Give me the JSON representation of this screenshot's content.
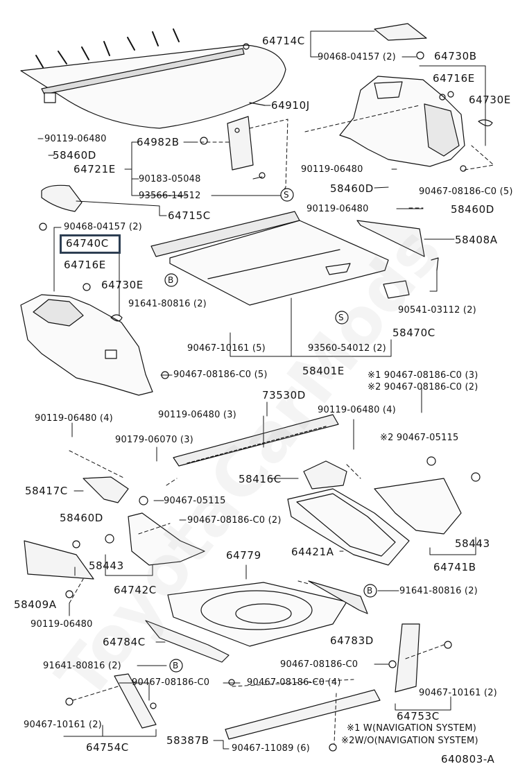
{
  "watermark": "ToyotaCarMods",
  "diagram_code": "640803-A",
  "highlighted_part": "64740C",
  "notes": {
    "n1": "※1 W(NAVIGATION SYSTEM)",
    "n2": "※2W/O(NAVIGATION SYSTEM)"
  },
  "parts": {
    "p64714C": "64714C",
    "p90468_04157_2a": "90468-04157 (2)",
    "p64730B": "64730B",
    "p64716E_r": "64716E",
    "p64730E_r": "64730E",
    "p64910J": "64910J",
    "p90119_06480_a": "90119-06480",
    "p58460D_a": "58460D",
    "p64982B": "64982B",
    "p64721E": "64721E",
    "p90183_05048": "90183-05048",
    "p93566_14512": "93566-14512",
    "p90119_06480_b": "90119-06480",
    "p58460D_b": "58460D",
    "p90467_08186_5a": "90467-08186-C0 (5)",
    "p90119_06480_c": "90119-06480",
    "p58460D_c": "58460D",
    "p64715C": "64715C",
    "p90468_04157_2b": "90468-04157 (2)",
    "p58408A": "58408A",
    "p64740C": "64740C",
    "p64716E_l": "64716E",
    "p64730E_l": "64730E",
    "p91641_80816_2a": "91641-80816 (2)",
    "p90541_03112": "90541-03112 (2)",
    "p58470C": "58470C",
    "p90467_10161_5": "90467-10161 (5)",
    "p93560_54012": "93560-54012 (2)",
    "p90467_08186_5b": "90467-08186-C0 (5)",
    "p58401E": "58401E",
    "p90467_08186_3": "※1 90467-08186-C0 (3)",
    "p90467_08186_2a": "※2 90467-08186-C0 (2)",
    "p73530D": "73530D",
    "p90119_06480_4a": "90119-06480 (4)",
    "p90119_06480_3": "90119-06480 (3)",
    "p90119_06480_4b": "90119-06480 (4)",
    "p90179_06070": "90179-06070 (3)",
    "p90467_05115_a": "※2 90467-05115",
    "p58416C": "58416C",
    "p58417C": "58417C",
    "p90467_05115_b": "90467-05115",
    "p58460D_d": "58460D",
    "p90467_08186_2b": "90467-08186-C0 (2)",
    "p58443_a": "58443",
    "p58443_b": "58443",
    "p64779": "64779",
    "p64421A": "64421A",
    "p64741B": "64741B",
    "p58409A": "58409A",
    "p64742C": "64742C",
    "p91641_80816_2b": "91641-80816 (2)",
    "p90119_06480_d": "90119-06480",
    "p64784C": "64784C",
    "p64783D": "64783D",
    "p91641_80816_2c": "91641-80816 (2)",
    "p90467_08186_e": "90467-08186-C0",
    "p90467_08186_f": "90467-08186-C0",
    "p90467_08186_4": "90467-08186-C0 (4)",
    "p90467_10161_2a": "90467-10161 (2)",
    "p90467_10161_2b": "90467-10161 (2)",
    "p64753C": "64753C",
    "p64754C": "64754C",
    "p58387B": "58387B",
    "p90467_11089": "90467-11089 (6)"
  },
  "markers": {
    "b": "B",
    "s": "S"
  }
}
